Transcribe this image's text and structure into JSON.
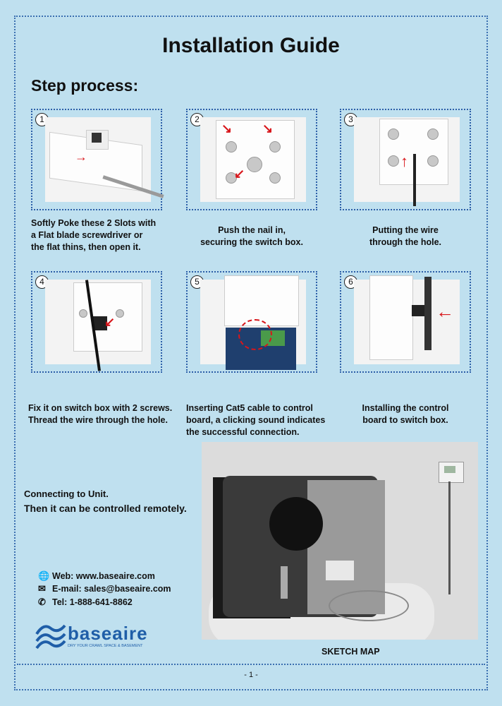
{
  "title": "Installation Guide",
  "subtitle": "Step process:",
  "steps": [
    {
      "num": "1",
      "caption_lines": [
        "Softly Poke these 2 Slots with",
        "a Flat blade screwdriver or",
        "the flat thins, then open it."
      ]
    },
    {
      "num": "2",
      "caption_lines": [
        "Push the nail in,",
        "securing the switch box."
      ]
    },
    {
      "num": "3",
      "caption_lines": [
        "Putting the wire",
        "through the hole."
      ]
    },
    {
      "num": "4",
      "caption_lines": [
        "Fix it on switch box with 2 screws.",
        "Thread the wire through the hole."
      ]
    },
    {
      "num": "5",
      "caption_lines": [
        "Inserting Cat5 cable to control",
        "board, a clicking sound indicates",
        "the successful connection."
      ]
    },
    {
      "num": "6",
      "caption_lines": [
        "Installing the control",
        "board to switch box."
      ]
    }
  ],
  "connect": {
    "line1": "Connecting to Unit.",
    "line2": "Then it can be controlled remotely."
  },
  "contacts": {
    "web": "Web: www.baseaire.com",
    "email": "E-mail: sales@baseaire.com",
    "tel": "Tel: 1-888-641-8862"
  },
  "logo": {
    "name": "baseaire",
    "tagline": "DRY YOUR CRAWL SPACE & BASEMENT"
  },
  "sketch_label": "SKETCH MAP",
  "page_number": "- 1 -",
  "colors": {
    "background": "#bfe0ef",
    "border": "#2c5fa8",
    "arrow": "#d8161b",
    "logo": "#1f5ea8"
  }
}
